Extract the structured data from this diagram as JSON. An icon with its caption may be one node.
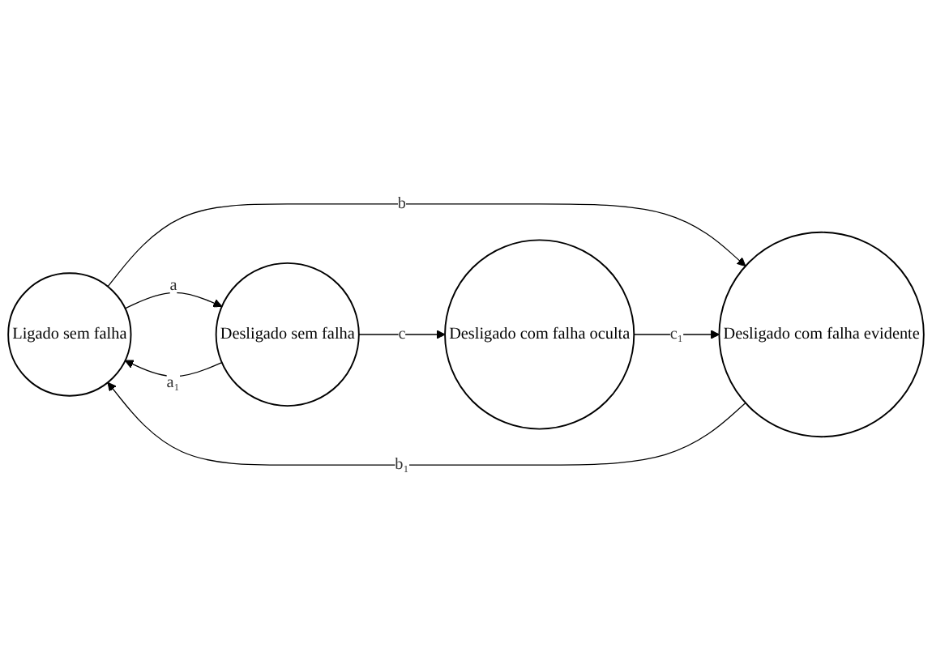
{
  "diagram": {
    "nodes": [
      {
        "text": [
          "Ligado sem falha"
        ]
      },
      {
        "text": [
          "Desligado sem falha"
        ]
      },
      {
        "text": [
          "Desligado com falha evidente"
        ]
      },
      {
        "text": [
          "Desligado com falha oculta"
        ]
      }
    ],
    "edges": [
      {
        "from": 0,
        "to": 1,
        "arrow": "to",
        "label": "a"
      },
      {
        "from": 1,
        "to": 0,
        "arrow": "to",
        "label": "a₁"
      },
      {
        "from": 1,
        "to": 3,
        "arrow": "to",
        "label": "c"
      },
      {
        "from": 0,
        "to": 2,
        "arrow": "to",
        "label": "b"
      },
      {
        "from": 2,
        "to": 0,
        "arrow": "to",
        "label": "b₁"
      },
      {
        "from": 3,
        "to": 2,
        "arrow": "to",
        "label": "c₁"
      }
    ]
  }
}
